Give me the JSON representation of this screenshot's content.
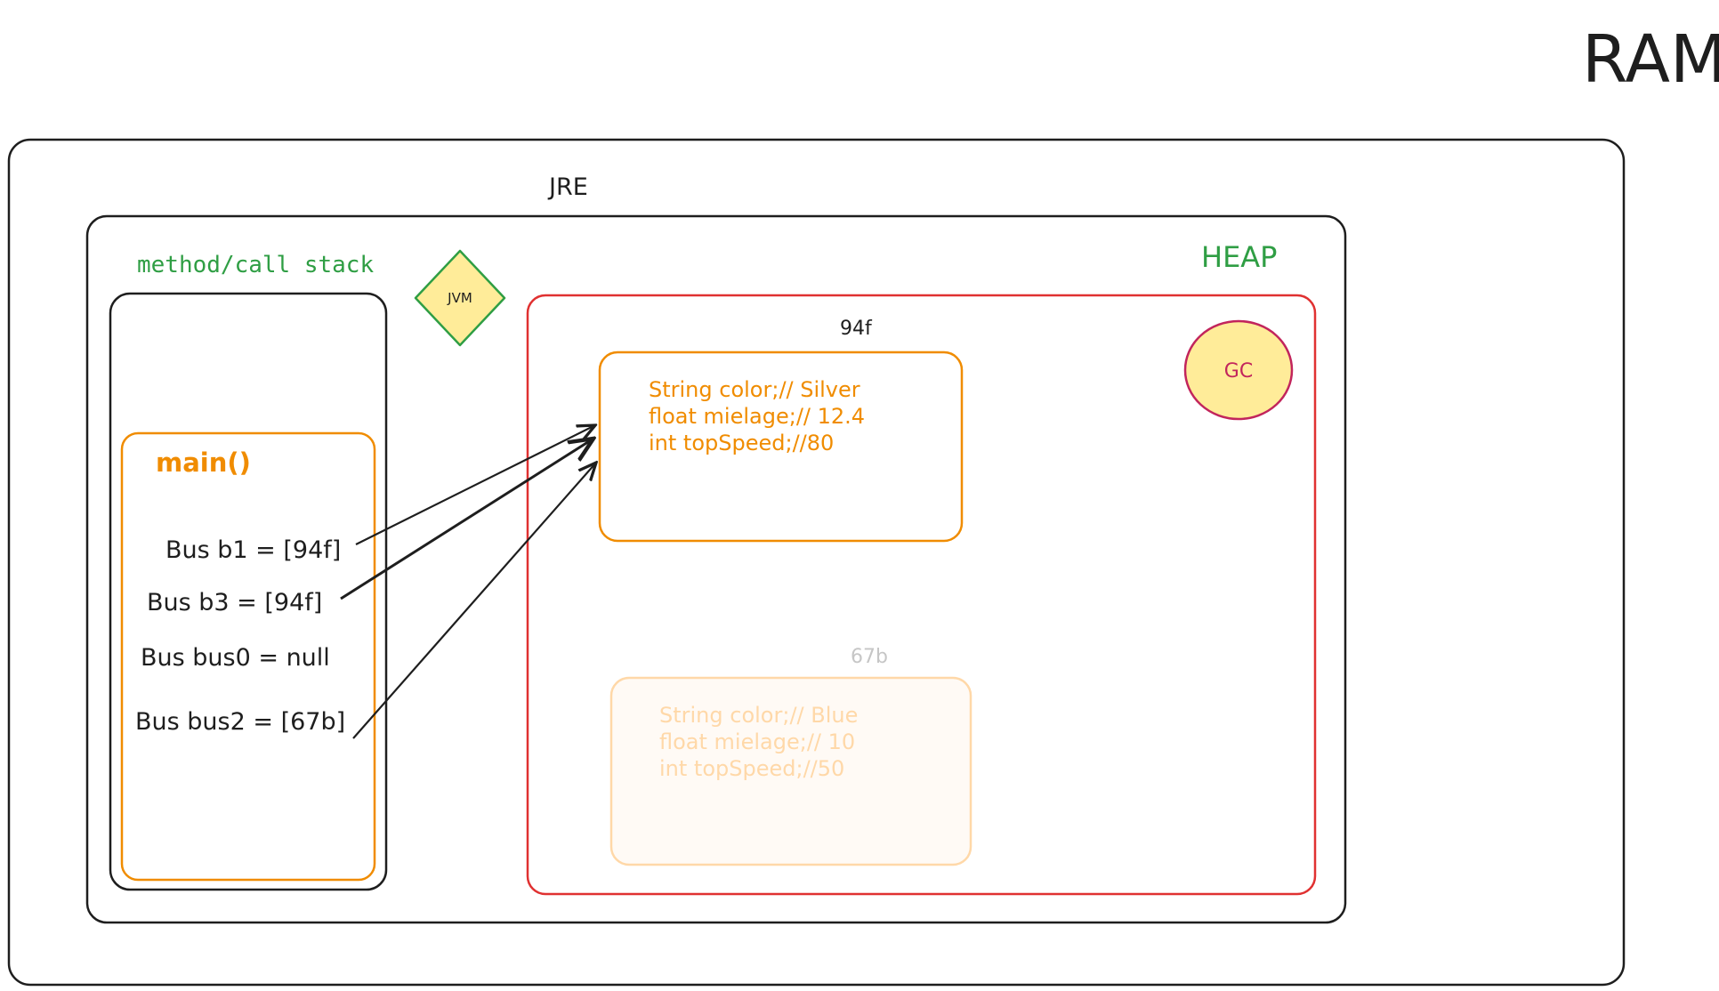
{
  "title": "RAM",
  "jre": {
    "label": "JRE"
  },
  "stack": {
    "label": "method/call stack",
    "frame": {
      "label": "main()",
      "vars": [
        "Bus b1 = [94f]",
        "Bus b3 = [94f]",
        "Bus bus0 = null",
        "Bus bus2 = [67b]"
      ]
    }
  },
  "jvm": {
    "label": "JVM"
  },
  "heap": {
    "label": "HEAP",
    "gc_label": "GC",
    "objects": [
      {
        "address": "94f",
        "fields": [
          "String color;// Silver",
          "float mielage;// 12.4",
          "int topSpeed;//80"
        ]
      },
      {
        "address": "67b",
        "fields": [
          "String color;// Blue",
          "float mielage;// 10",
          "int topSpeed;//50"
        ]
      }
    ]
  },
  "colors": {
    "outline": "#1e1e1e",
    "stack_label": "#2f9e44",
    "heap_label": "#2f9e44",
    "frame": "#f08c00",
    "heap_border": "#e03131",
    "object_active": "#f08c00",
    "object_faded": "#ffd8a8",
    "jvm_fill": "#ffec99",
    "jvm_stroke": "#2f9e44",
    "gc_fill": "#ffec99",
    "gc_stroke": "#c2255c",
    "gc_text": "#c2255c",
    "faded_address": "#c6c6c6"
  }
}
